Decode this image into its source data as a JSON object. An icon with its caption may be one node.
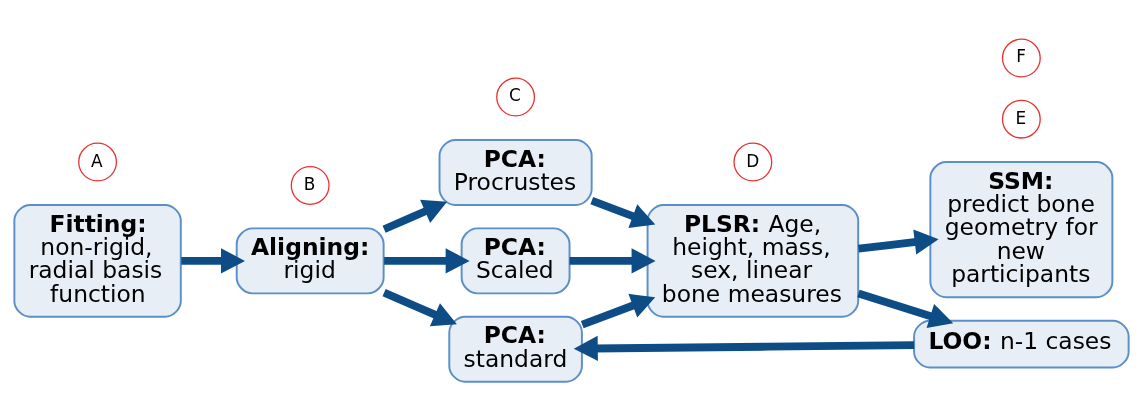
{
  "diagram": {
    "nodes": [
      {
        "text": [
          "Fitting:",
          "non-rigid, radial basis function"
        ]
      },
      {
        "text": [
          "Aligning:",
          "rigid"
        ]
      },
      {
        "text": [
          "PCA:",
          "Procrustes"
        ]
      },
      {
        "text": [
          "PCA:",
          "Scaled"
        ]
      },
      {
        "text": [
          "PCA:",
          "standard"
        ]
      },
      {
        "text": [
          "**PLSR:** Age, height, mass, sex, linear bone measures"
        ]
      },
      {
        "text": [
          "SSM:",
          "predict bone geometry for new participants"
        ]
      },
      {
        "text": [
          "**LOO:** n-1 cases"
        ]
      },
      {
        "text": [
          "A"
        ]
      },
      {
        "text": [
          "B"
        ]
      },
      {
        "text": [
          "C"
        ]
      },
      {
        "text": [
          "D"
        ]
      },
      {
        "text": [
          "E"
        ]
      },
      {
        "text": [
          "F"
        ]
      }
    ],
    "edges": [
      {
        "from": 0,
        "to": 1,
        "arrow": "to"
      },
      {
        "from": 1,
        "to": 2,
        "arrow": "to"
      },
      {
        "from": 1,
        "to": 3,
        "arrow": "to"
      },
      {
        "from": 1,
        "to": 4,
        "arrow": "to"
      },
      {
        "from": 2,
        "to": 5,
        "arrow": "to"
      },
      {
        "from": 3,
        "to": 5,
        "arrow": "to"
      },
      {
        "from": 4,
        "to": 5,
        "arrow": "to"
      },
      {
        "from": 5,
        "to": 6,
        "arrow": "to"
      },
      {
        "from": 5,
        "to": 7,
        "arrow": "to"
      },
      {
        "from": 7,
        "to": 4,
        "arrow": "to"
      }
    ]
  }
}
